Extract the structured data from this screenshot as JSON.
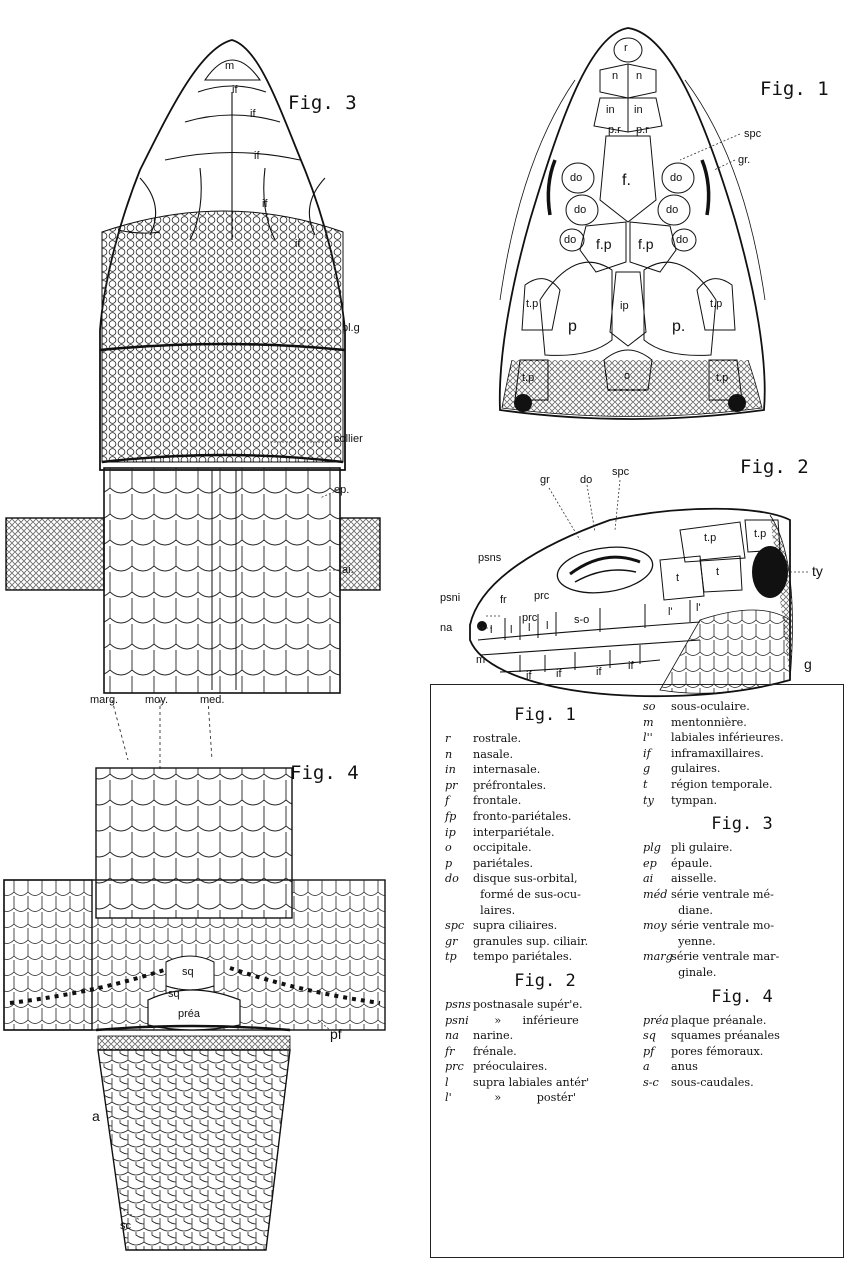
{
  "figures": {
    "fig3": {
      "title": "Fig. 3",
      "labels": {
        "m": "m",
        "if1": "if",
        "if2": "if",
        "if3": "if",
        "if4": "if",
        "if5": "if",
        "plg": "pl.g",
        "collier": "collier",
        "ep": "ep.",
        "ai": "ai.",
        "marg": "marg.",
        "moy": "moy.",
        "med": "med."
      }
    },
    "fig1": {
      "title": "Fig. 1",
      "labels": {
        "r": "r",
        "n1": "n",
        "n2": "n",
        "in1": "in",
        "in2": "in",
        "pr1": "p.r",
        "pr2": "p.r",
        "f": "f.",
        "spc": "spc",
        "gr": "gr.",
        "do1": "do",
        "do2": "do",
        "do3": "do",
        "do4": "do",
        "do5": "do",
        "do6": "do",
        "fp1": "f.p",
        "fp2": "f.p",
        "tp1": "t.p",
        "tp2": "t.p",
        "tp3": "t.p",
        "tp4": "t.p",
        "ip": "ip",
        "p1": "p",
        "p2": "p.",
        "o": "o"
      }
    },
    "fig2": {
      "title": "Fig. 2",
      "labels": {
        "gr": "gr",
        "do": "do",
        "spc": "spc",
        "psns": "psns",
        "psni": "psni",
        "na": "na",
        "m": "m",
        "ty": "ty",
        "g": "g",
        "tp1": "t.p",
        "tp2": "t.p",
        "t1": "t",
        "t2": "t",
        "prc1": "prc",
        "prc2": "prc",
        "fr": "fr",
        "so": "s-o",
        "l1": "l",
        "l2": "l",
        "l3": "l",
        "l4": "l",
        "lp1": "l'",
        "lp2": "l'",
        "if1": "if",
        "if2": "if",
        "if3": "if",
        "if4": "if"
      }
    },
    "fig4": {
      "title": "Fig. 4",
      "labels": {
        "sq1": "sq",
        "sq2": "sq",
        "prea": "préa",
        "pf": "pf",
        "a": "a",
        "sc": "sc"
      }
    }
  },
  "legend": {
    "col1": [
      {
        "type": "title",
        "text": "Fig. 1"
      },
      {
        "ab": "r",
        "df": "rostrale."
      },
      {
        "ab": "n",
        "df": "nasale."
      },
      {
        "ab": "in",
        "df": "internasale."
      },
      {
        "ab": "pr",
        "df": "préfrontales."
      },
      {
        "ab": "f",
        "df": "frontale."
      },
      {
        "ab": "fp",
        "df": "fronto-pariétales."
      },
      {
        "ab": "ip",
        "df": "interpariétale."
      },
      {
        "ab": "o",
        "df": "occipitale."
      },
      {
        "ab": "p",
        "df": "pariétales."
      },
      {
        "ab": "do",
        "df": "disque sus-orbital,"
      },
      {
        "ab": "",
        "df": "  formé de sus-ocu-"
      },
      {
        "ab": "",
        "df": "  laires."
      },
      {
        "ab": "spc",
        "df": "supra ciliaires."
      },
      {
        "ab": "gr",
        "df": "granules sup. ciliair."
      },
      {
        "ab": "tp",
        "df": "tempo pariétales."
      },
      {
        "type": "title",
        "text": "Fig. 2"
      },
      {
        "ab": "psns",
        "df": "postnasale supér'e."
      },
      {
        "ab": "psni",
        "df": "      »      inférieure"
      },
      {
        "ab": "na",
        "df": "narine."
      },
      {
        "ab": "fr",
        "df": "frénale."
      },
      {
        "ab": "prc",
        "df": "préoculaires."
      },
      {
        "ab": "l",
        "df": "supra labiales antér'"
      },
      {
        "ab": "l'",
        "df": "      »          postér'"
      }
    ],
    "col2": [
      {
        "ab": "so",
        "df": "sous-oculaire."
      },
      {
        "ab": "m",
        "df": "mentonnière."
      },
      {
        "ab": "l''",
        "df": "labiales inférieures."
      },
      {
        "ab": "if",
        "df": "inframaxillaires."
      },
      {
        "ab": "g",
        "df": "gulaires."
      },
      {
        "ab": "t",
        "df": "région temporale."
      },
      {
        "ab": "ty",
        "df": "tympan."
      },
      {
        "type": "title",
        "text": "Fig. 3"
      },
      {
        "ab": "plg",
        "df": "pli gulaire."
      },
      {
        "ab": "ep",
        "df": "épaule."
      },
      {
        "ab": "ai",
        "df": "aisselle."
      },
      {
        "ab": "méd",
        "df": "série ventrale mé-"
      },
      {
        "ab": "",
        "df": "  diane."
      },
      {
        "ab": "moy",
        "df": "série ventrale mo-"
      },
      {
        "ab": "",
        "df": "  yenne."
      },
      {
        "ab": "marg",
        "df": "série ventrale mar-"
      },
      {
        "ab": "",
        "df": "  ginale."
      },
      {
        "type": "title",
        "text": "Fig. 4"
      },
      {
        "ab": "préa",
        "df": "plaque préanale."
      },
      {
        "ab": "sq",
        "df": "squames préanales"
      },
      {
        "ab": "pf",
        "df": "pores fémoraux."
      },
      {
        "ab": "a",
        "df": "anus"
      },
      {
        "ab": "s-c",
        "df": "sous-caudales."
      }
    ]
  }
}
